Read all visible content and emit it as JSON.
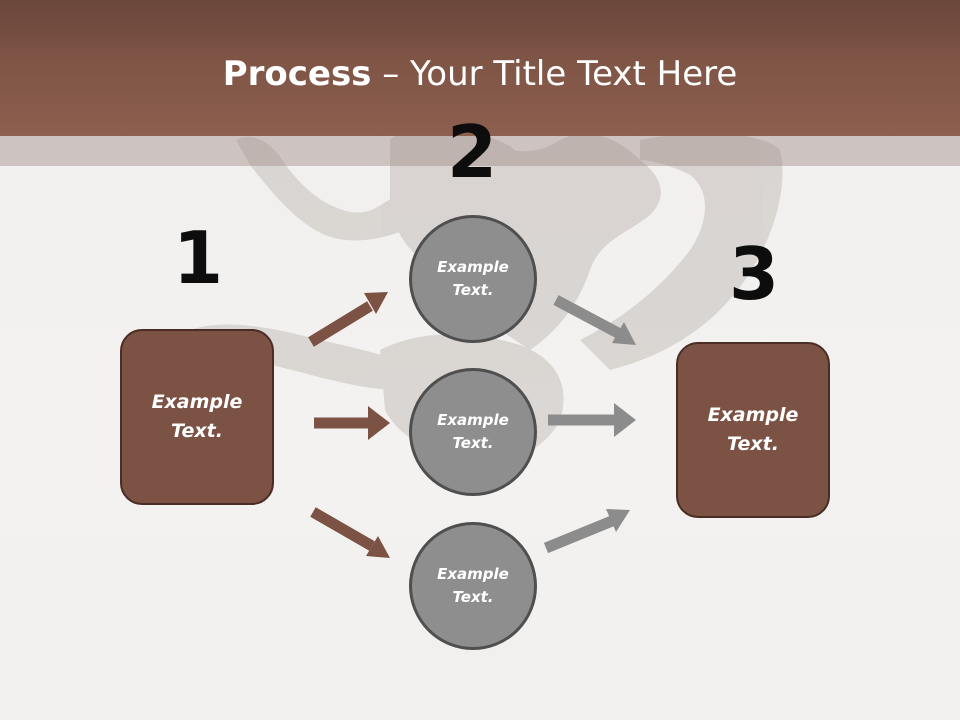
{
  "title": {
    "bold": "Process",
    "rest": " – Your Title Text Here"
  },
  "steps": {
    "one": {
      "number": "1",
      "text": "Example Text."
    },
    "two": {
      "number": "2"
    },
    "three": {
      "number": "3",
      "text": "Example Text."
    }
  },
  "circles": [
    {
      "text": "Example Text."
    },
    {
      "text": "Example Text."
    },
    {
      "text": "Example Text."
    }
  ],
  "colors": {
    "header": "#7f5546",
    "box_fill": "#7b5243",
    "box_border": "#4a2d24",
    "circle_fill": "#8e8e8e",
    "circle_border": "#4f4f4f",
    "brown_arrow": "#7b5243",
    "gray_arrow": "#8c8c8c"
  }
}
